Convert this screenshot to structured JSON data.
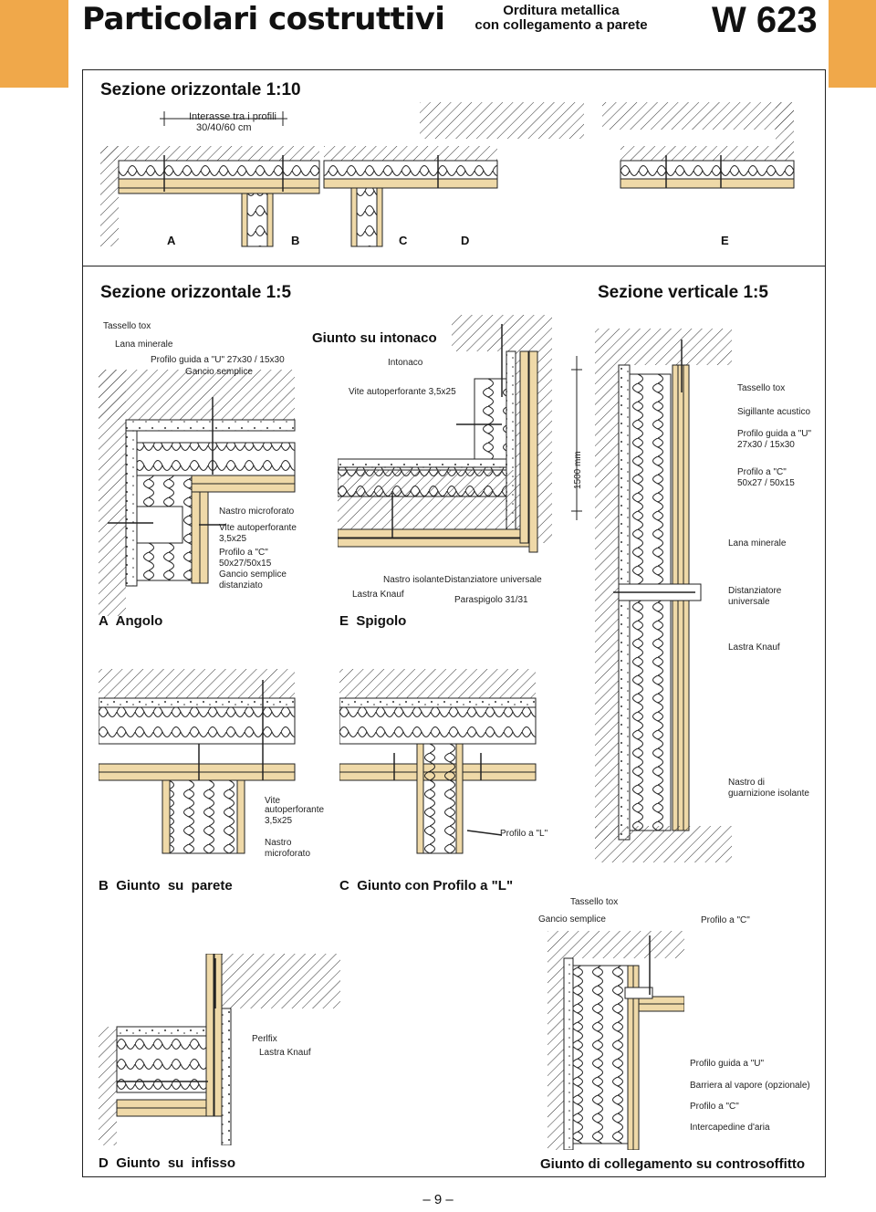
{
  "header": {
    "title": "Particolari costruttivi",
    "subtitle_line1": "Orditura metallica",
    "subtitle_line2": "con collegamento a parete",
    "code": "W 623"
  },
  "sections": {
    "horizontal_10": "Sezione orizzontale 1:10",
    "horizontal_5": "Sezione orizzontale 1:5",
    "vertical_5": "Sezione verticale 1:5"
  },
  "top_drawing": {
    "spacing_label_1": "Interasse tra i profili",
    "spacing_label_2": "30/40/60 cm",
    "letters": [
      "A",
      "B",
      "C",
      "D",
      "E"
    ]
  },
  "detail_a": {
    "caption_letter": "A",
    "caption": "Angolo",
    "labels": {
      "tassello": "Tassello tox",
      "lana": "Lana minerale",
      "profilo_guida": "Profilo guida a \"U\" 27x30 / 15x30",
      "gancio": "Gancio semplice",
      "nastro": "Nastro microforato",
      "vite_1": "Vite autoperforante",
      "vite_2": "3,5x25",
      "profilo_c_1": "Profilo a \"C\"",
      "profilo_c_2": "50x27/50x15",
      "gancio_dist_1": "Gancio semplice",
      "gancio_dist_2": "distanziato"
    }
  },
  "detail_e": {
    "caption_letter": "E",
    "caption": "Spigolo",
    "heading": "Giunto su intonaco",
    "labels": {
      "intonaco": "Intonaco",
      "vite": "Vite autoperforante 3,5x25",
      "nastro_isolante": "Nastro isolante",
      "distanziatore": "Distanziatore universale",
      "lastra": "Lastra Knauf",
      "paraspigolo": "Paraspigolo 31/31"
    }
  },
  "vertical": {
    "dimension": "1500 mm",
    "labels": {
      "tassello": "Tassello tox",
      "sigillante": "Sigillante acustico",
      "profilo_guida_1": "Profilo guida a \"U\"",
      "profilo_guida_2": "27x30 / 15x30",
      "profilo_c_1": "Profilo a \"C\"",
      "profilo_c_2": "50x27 / 50x15",
      "lana": "Lana minerale",
      "distanziatore_1": "Distanziatore",
      "distanziatore_2": "universale",
      "lastra": "Lastra Knauf",
      "nastro_1": "Nastro di",
      "nastro_2": "guarnizione isolante"
    }
  },
  "detail_b": {
    "caption_letter": "B",
    "caption": "Giunto  su  parete",
    "labels": {
      "vite_1": "Vite",
      "vite_2": "autoperforante",
      "vite_3": "3,5x25",
      "nastro_1": "Nastro",
      "nastro_2": "microforato"
    }
  },
  "detail_c": {
    "caption_letter": "C",
    "caption": "Giunto con Profilo a \"L\"",
    "labels": {
      "profilo_l": "Profilo a \"L\""
    }
  },
  "detail_d": {
    "caption_letter": "D",
    "caption": "Giunto  su  infisso",
    "labels": {
      "perlfix": "Perlfix",
      "lastra": "Lastra Knauf"
    }
  },
  "ceiling": {
    "caption": "Giunto di collegamento su controsoffitto",
    "labels": {
      "tassello": "Tassello tox",
      "gancio": "Gancio semplice",
      "profilo_c_top": "Profilo a \"C\"",
      "profilo_guida": "Profilo guida a \"U\"",
      "barriera": "Barriera al vapore (opzionale)",
      "profilo_c": "Profilo a \"C\"",
      "intercapedine": "Intercapedine d'aria"
    }
  },
  "footer": {
    "page_number": "– 9 –"
  },
  "colors": {
    "accent": "#f0a84a",
    "board": "#efd9a8",
    "hatch": "#333333"
  }
}
